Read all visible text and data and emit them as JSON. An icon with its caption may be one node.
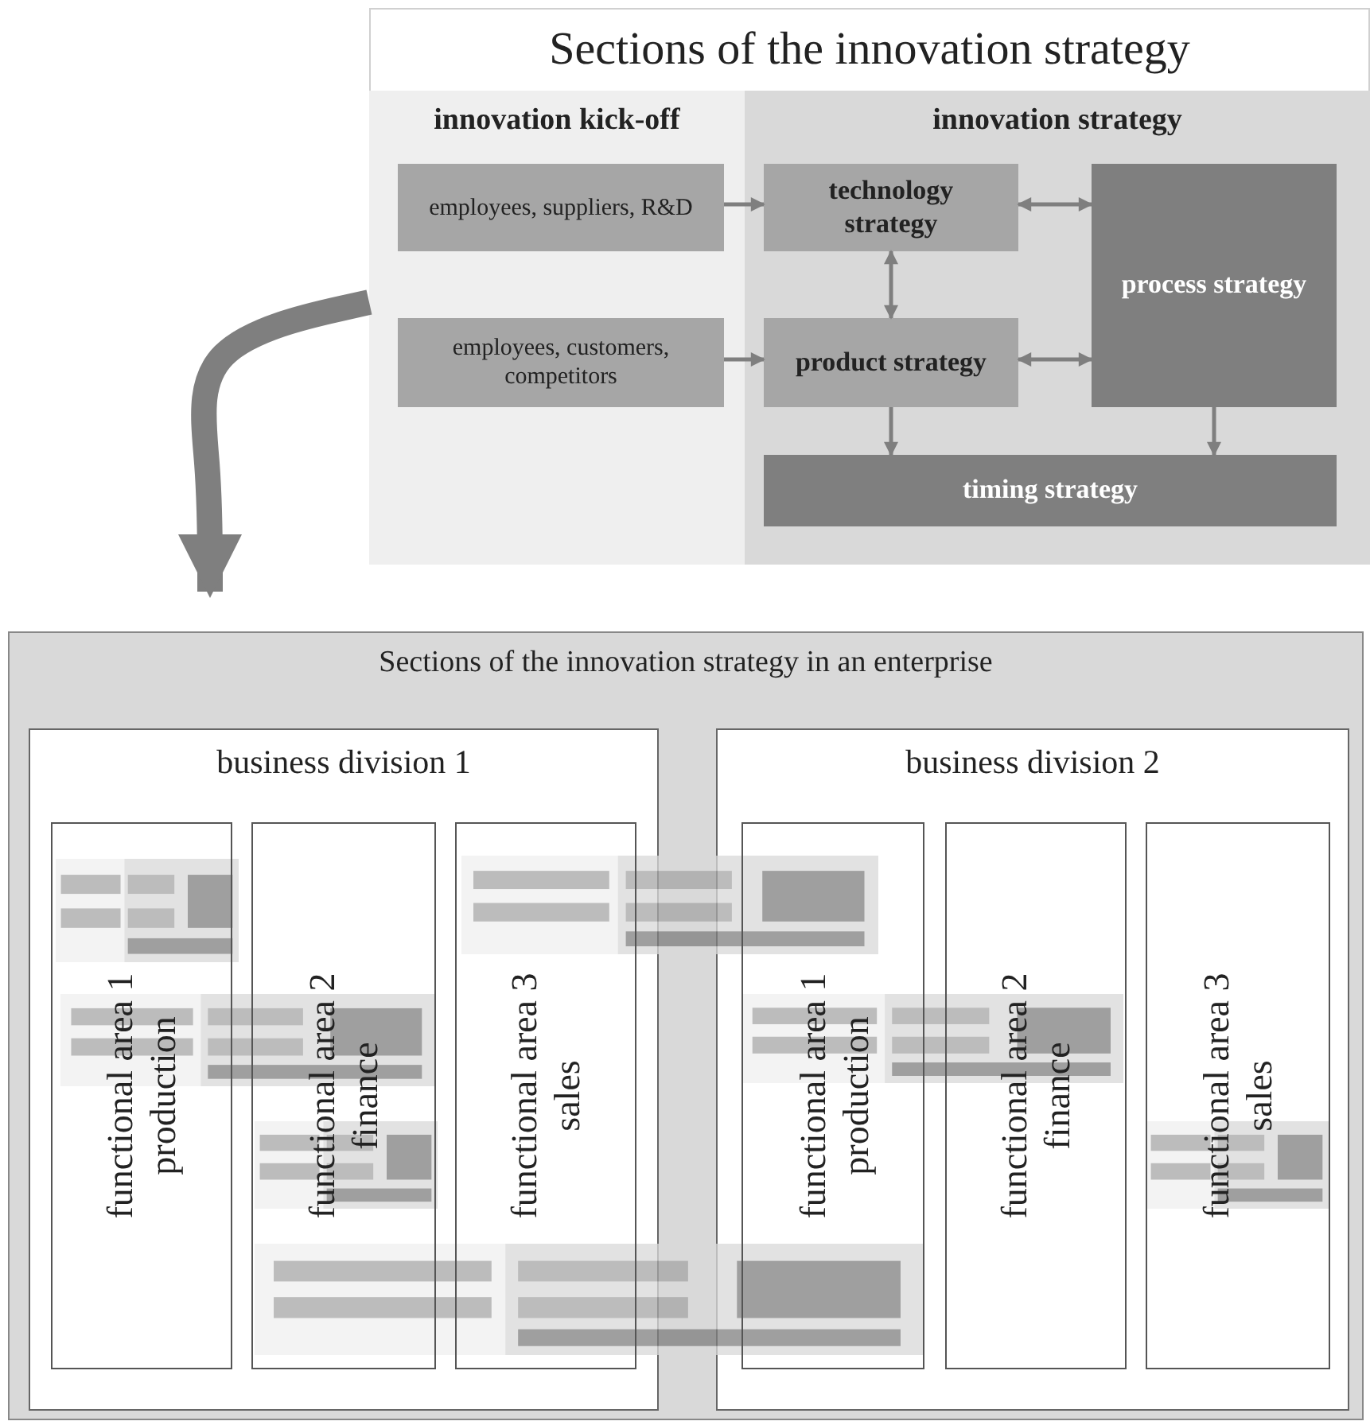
{
  "diagram": {
    "nodes": [
      {
        "text": [
          "Sections of the innovation strategy"
        ]
      },
      {
        "text": [
          "innovation kick-off"
        ],
        "in": 0
      },
      {
        "text": [
          "innovation strategy"
        ],
        "in": 0
      },
      {
        "text": [
          "employees, suppliers, R&D"
        ],
        "in": 1
      },
      {
        "text": [
          "employees, customers, competitors"
        ],
        "in": 1
      },
      {
        "text": [
          "technology strategy"
        ],
        "in": 2
      },
      {
        "text": [
          "product strategy"
        ],
        "in": 2
      },
      {
        "text": [
          "process strategy"
        ],
        "in": 2
      },
      {
        "text": [
          "timing strategy"
        ],
        "in": 2
      },
      {
        "text": [
          "Sections of the innovation strategy in an enterprise"
        ]
      },
      {
        "text": [
          "business division 1"
        ],
        "in": 9
      },
      {
        "text": [
          "business division 2"
        ],
        "in": 9
      },
      {
        "text": [
          "functional area 1",
          "production"
        ],
        "in": 10
      },
      {
        "text": [
          "functional area 2",
          "finance"
        ],
        "in": 10
      },
      {
        "text": [
          "functional area 3",
          "sales"
        ],
        "in": 10
      },
      {
        "text": [
          "functional area 1",
          "production"
        ],
        "in": 11
      },
      {
        "text": [
          "functional area 2",
          "finance"
        ],
        "in": 11
      },
      {
        "text": [
          "functional area 3",
          "sales"
        ],
        "in": 11
      }
    ],
    "edges": [
      {
        "from": 3,
        "to": 5,
        "arrow": "to"
      },
      {
        "from": 4,
        "to": 6,
        "arrow": "to"
      },
      {
        "from": 5,
        "to": 6,
        "arrow": "both"
      },
      {
        "from": 5,
        "to": 7,
        "arrow": "both"
      },
      {
        "from": 6,
        "to": 7,
        "arrow": "both"
      },
      {
        "from": 6,
        "to": 8,
        "arrow": "to"
      },
      {
        "from": 7,
        "to": 8,
        "arrow": "to"
      },
      {
        "from": 0,
        "to": 9,
        "arrow": "to",
        "style": "thick"
      }
    ]
  }
}
